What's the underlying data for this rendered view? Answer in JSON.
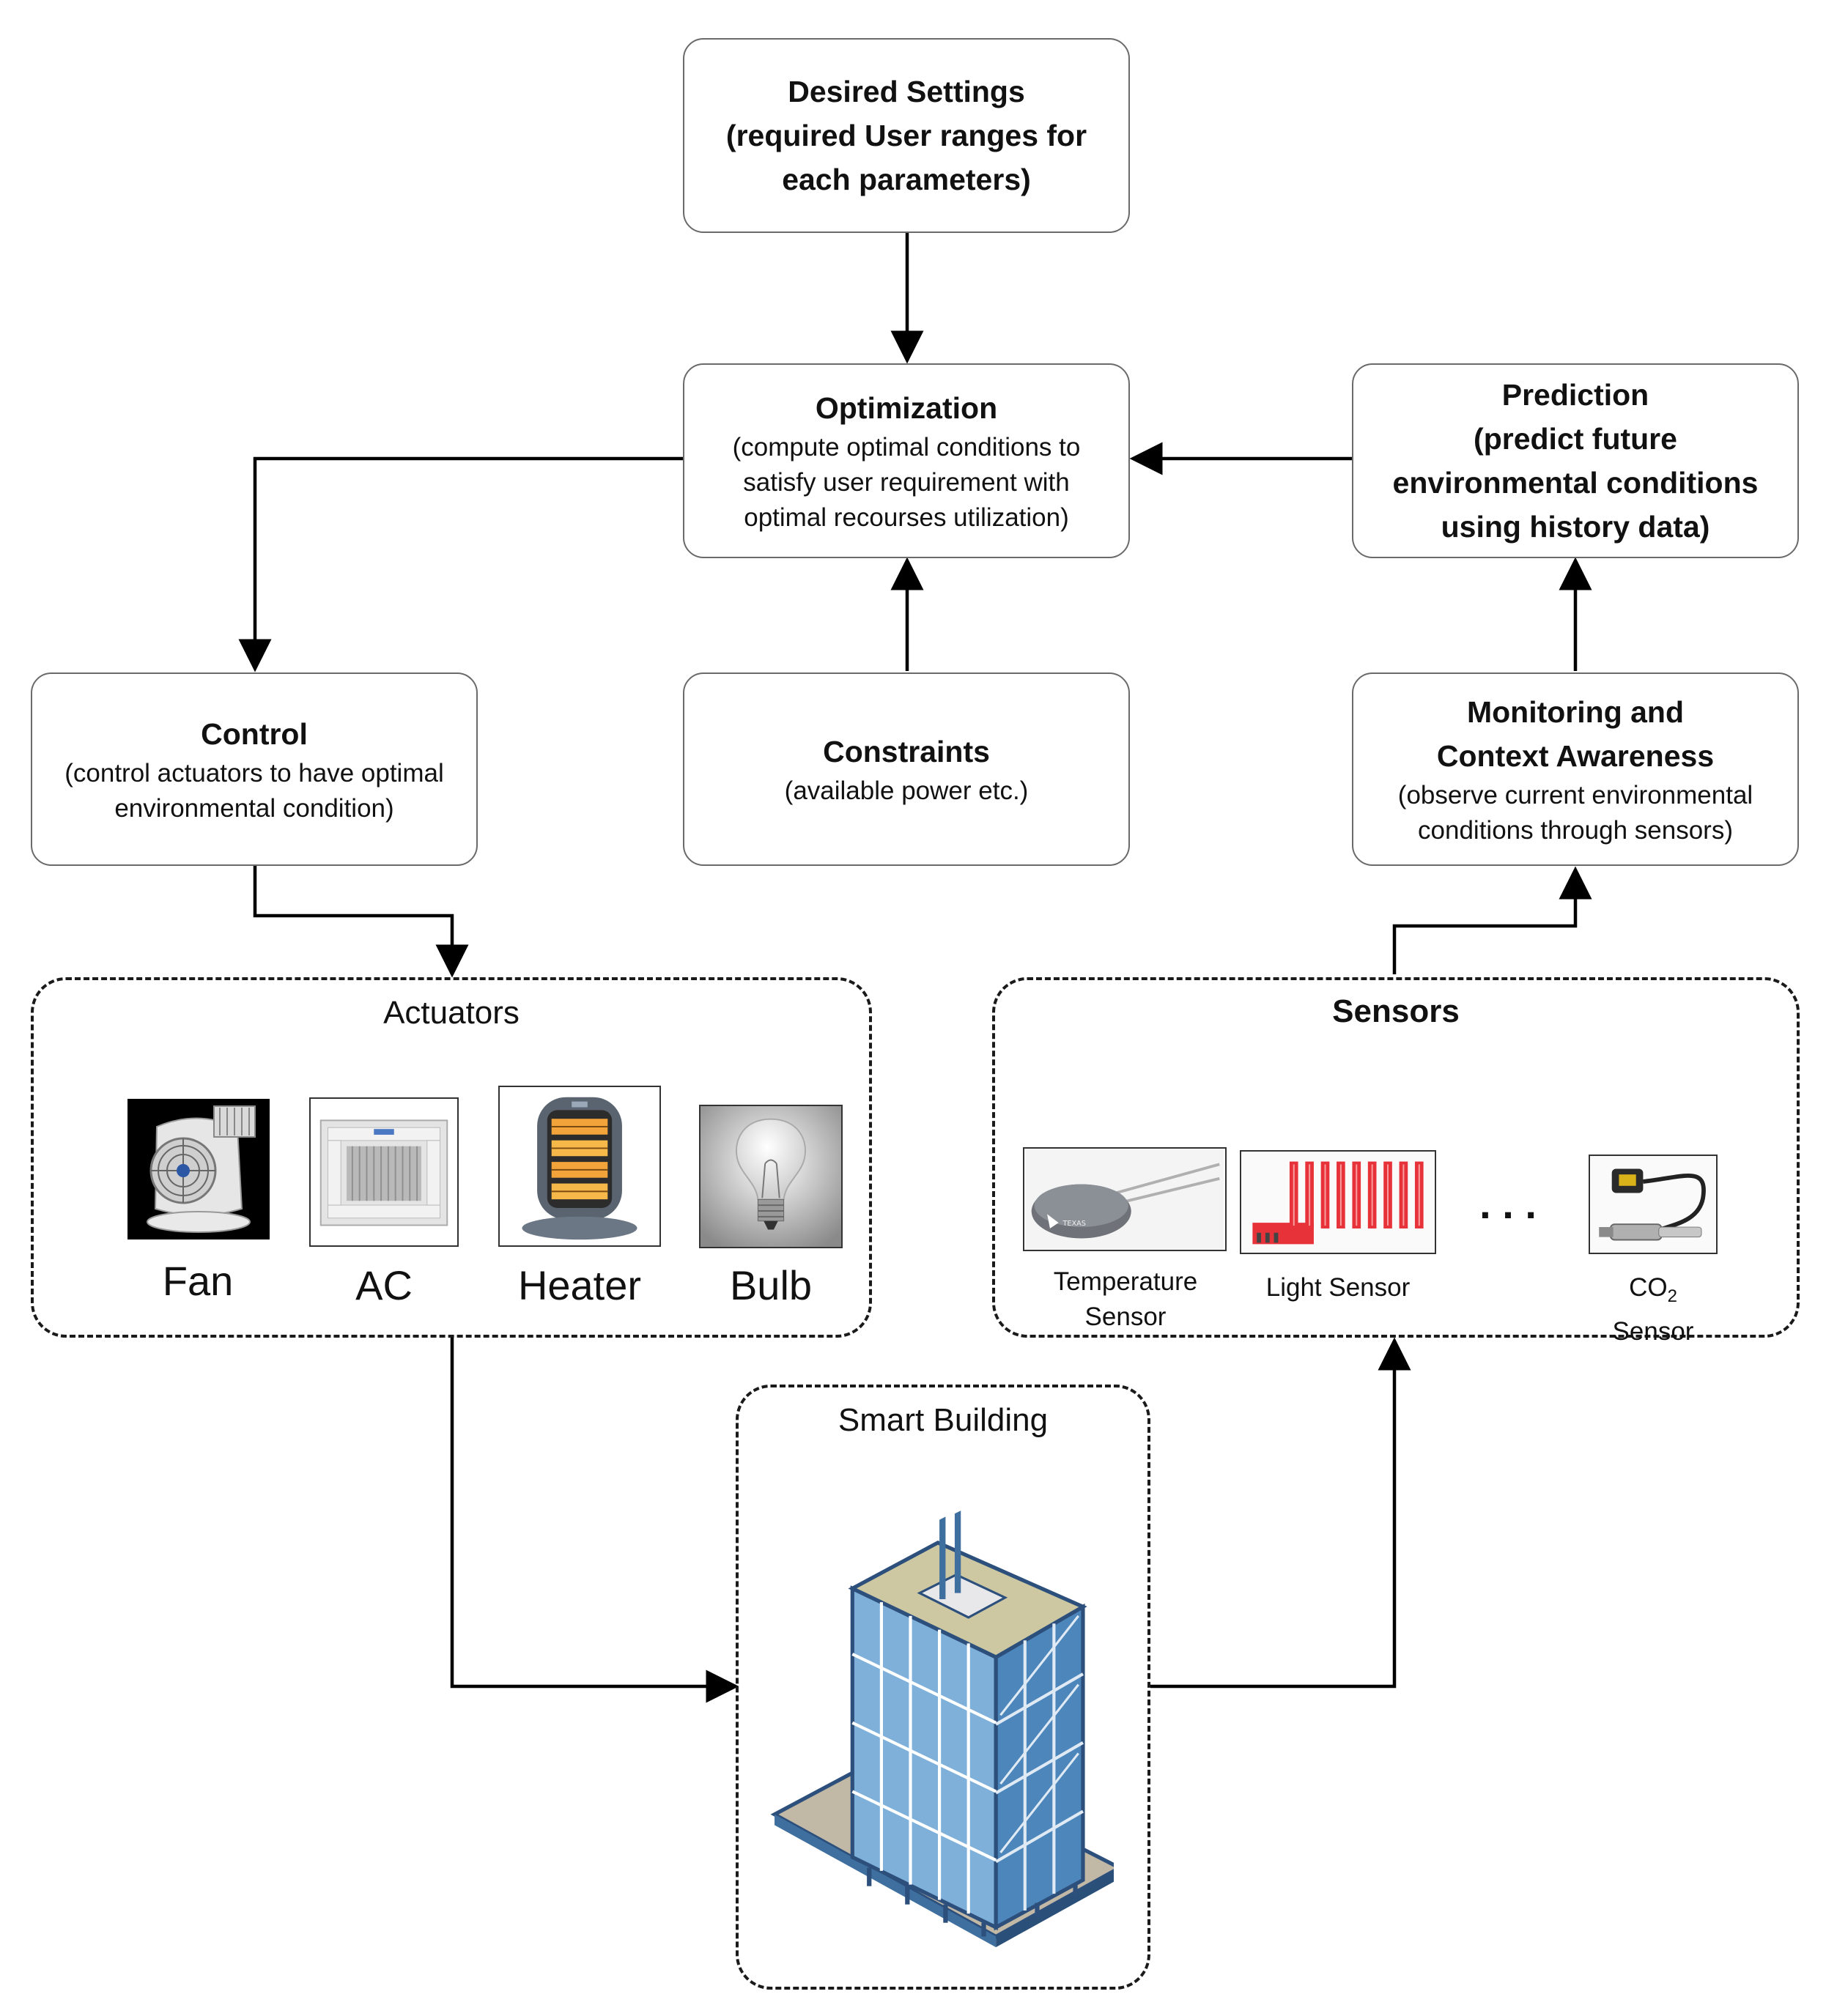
{
  "desired": {
    "title": "Desired Settings",
    "line2": "(required User ranges for",
    "line3": "each parameters)"
  },
  "optimization": {
    "title": "Optimization",
    "line1": "(compute optimal conditions to",
    "line2": "satisfy user requirement with",
    "line3": "optimal recourses utilization)"
  },
  "prediction": {
    "title": "Prediction",
    "line2": "(predict future",
    "line3": "environmental conditions",
    "line4": "using history data)"
  },
  "control": {
    "title": "Control",
    "line1": "(control actuators to have optimal",
    "line2": "environmental condition)"
  },
  "constraints": {
    "title": "Constraints",
    "line1": "(available power etc.)"
  },
  "monitoring": {
    "title1": "Monitoring and",
    "title2": "Context Awareness",
    "line1": "(observe current environmental",
    "line2": "conditions through sensors)"
  },
  "actuators": {
    "title": "Actuators",
    "items": [
      "Fan",
      "AC",
      "Heater",
      "Bulb"
    ]
  },
  "sensors": {
    "title": "Sensors",
    "temperature": [
      "Temperature",
      "Sensor"
    ],
    "light": "Light Sensor",
    "ellipsis": ". . .",
    "co2": {
      "co": "CO",
      "sub": "2",
      "line2": "Sensor"
    }
  },
  "building": {
    "title": "Smart Building"
  },
  "colors": {
    "border": "#6a6a6a",
    "arrow": "#000000",
    "building_glass": "#5f93c4",
    "building_roof": "#c9c49c",
    "sensor_red": "#e8323a"
  }
}
